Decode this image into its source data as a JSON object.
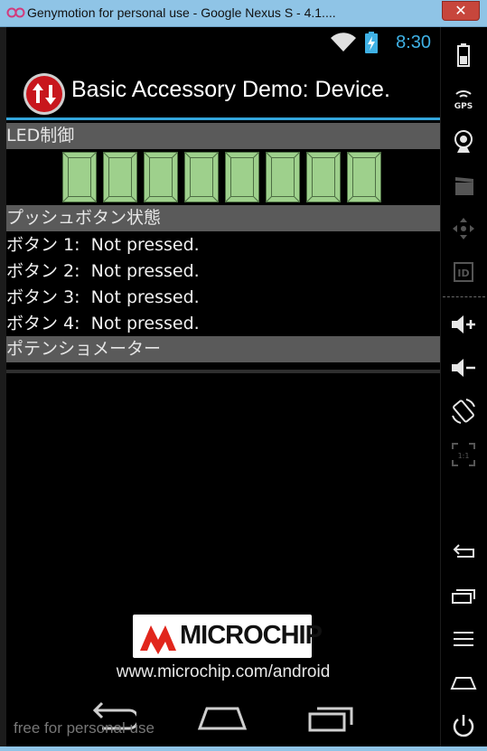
{
  "window": {
    "title": "Genymotion for personal use - Google Nexus S - 4.1....",
    "close_label": "✕"
  },
  "statusbar": {
    "time": "8:30"
  },
  "actionbar": {
    "title": "Basic Accessory Demo: Device."
  },
  "led_section": {
    "header": "LED制御",
    "led_count": 8,
    "led_color": "#9ed08c"
  },
  "push_section": {
    "header": "プッシュボタン状態",
    "buttons": [
      {
        "label": "ボタン 1:",
        "state": "Not pressed."
      },
      {
        "label": "ボタン 2:",
        "state": "Not pressed."
      },
      {
        "label": "ボタン 3:",
        "state": "Not pressed."
      },
      {
        "label": "ボタン 4:",
        "state": "Not pressed."
      }
    ]
  },
  "pot_section": {
    "header": "ポテンショメーター"
  },
  "footer": {
    "logo_text": "MICROCHIP",
    "url": "www.microchip.com/android"
  },
  "watermark": "free for personal use",
  "colors": {
    "accent": "#33a6dc",
    "titlebar": "#8fc4e6",
    "section": "#5a5a5a"
  },
  "icons": {
    "nav": [
      "back-icon",
      "home-icon",
      "recent-apps-icon"
    ],
    "toolbar": [
      "battery-icon",
      "gps-icon",
      "camera-icon",
      "video-icon",
      "dpad-icon",
      "id-icon",
      "volume-up-icon",
      "volume-down-icon",
      "rotate-icon",
      "pixel-scale-icon",
      "back-icon",
      "recent-apps-icon",
      "menu-icon",
      "home-icon",
      "power-icon"
    ]
  }
}
